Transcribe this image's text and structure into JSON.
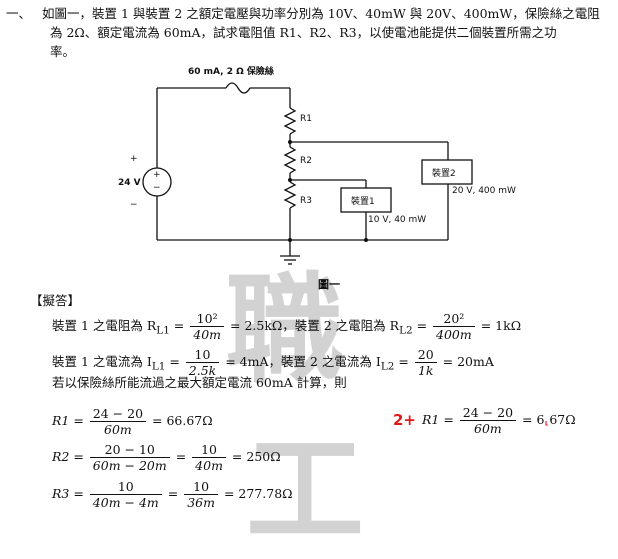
{
  "problem": {
    "number": "一、",
    "line1": "如圖一，裝置 1 與裝置 2 之額定電壓與功率分別為 10V、40mW 與 20V、400mW，保險絲之電阻",
    "line2": "為 2Ω、額定電流為 60mA，試求電阻值 R1、R2、R3，以使電池能提供二個裝置所需之功",
    "line3": "率。"
  },
  "figure": {
    "fuse_label": "60 mA, 2 Ω 保險絲",
    "r1": "R1",
    "r2": "R2",
    "r3": "R3",
    "plus": "+",
    "minus": "−",
    "battery": "24 V",
    "device1": "裝置1",
    "device1_rating": "10 V, 40 mW",
    "device2": "裝置2",
    "device2_rating": "20 V, 400 mW",
    "caption": "圖一"
  },
  "solution": {
    "heading": "【擬答】",
    "l1a": "裝置 1 之電阻為 R",
    "l1a_sub": "L1",
    "f1n": "10²",
    "f1d": "40m",
    "l1b": "= 2.5kΩ，裝置 2 之電阻為 R",
    "l1b_sub": "L2",
    "f2n": "20²",
    "f2d": "400m",
    "l1c": "= 1kΩ",
    "l2a": "裝置 1 之電流為 I",
    "l2a_sub": "L1",
    "f3n": "10",
    "f3d": "2.5k",
    "l2b": "= 4mA，裝置 2 之電流為 I",
    "l2b_sub": "L2",
    "f4n": "20",
    "f4d": "1k",
    "l2c": "= 20mA",
    "l3": "若以保險絲所能流過之最大額定電流 60mA 計算，則",
    "r1_lhs": "R1 =",
    "r1n": "24 − 20",
    "r1d": "60m",
    "r1_res": "= 66.67Ω",
    "r2_lhs": "R2 =",
    "r2n1": "20 − 10",
    "r2d1": "60m − 20m",
    "r2n2": "10",
    "r2d2": "40m",
    "r2_res": "= 250Ω",
    "r3_lhs": "R3 =",
    "r3n1": "10",
    "r3d1": "40m − 4m",
    "r3n2": "10",
    "r3d2": "36m",
    "r3_res": "= 277.78Ω"
  },
  "annotation": {
    "mark": "2+",
    "lhs": "R1 =",
    "n": "24 − 20",
    "d": "60m",
    "res": "= 6",
    "res_tail": "67Ω"
  },
  "watermark": {
    "c1": "職",
    "c2": "工"
  }
}
